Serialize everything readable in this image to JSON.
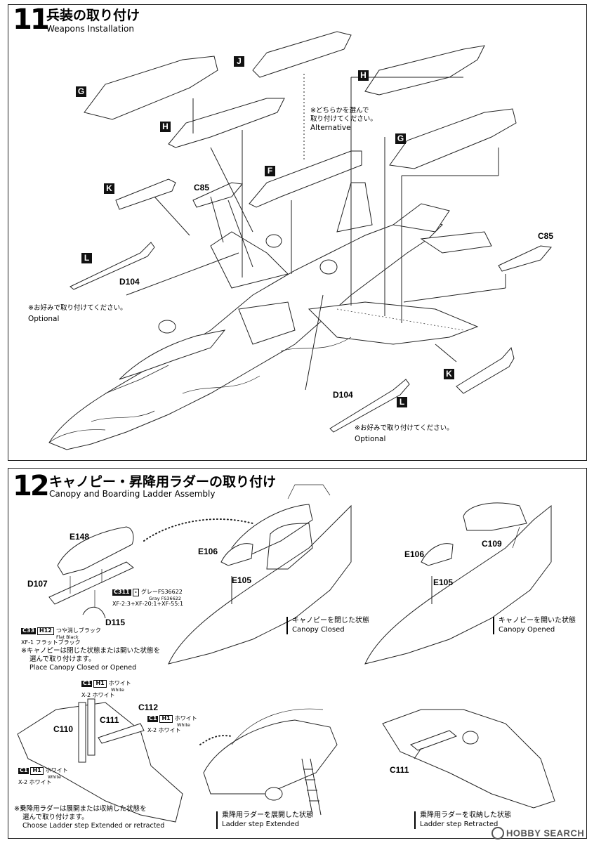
{
  "step11": {
    "number": "11",
    "title_jp": "兵装の取り付け",
    "title_en": "Weapons Installation",
    "alt_note_jp1": "※どちらかを選んで",
    "alt_note_jp2": "取り付けてください。",
    "alt_note_en": "Alternative",
    "opt_note_jp": "※お好みで取り付けてください。",
    "opt_note_en": "Optional",
    "opt_note2_jp": "※お好みで取り付けてください。",
    "opt_note2_en": "Optional",
    "parts": {
      "G1": "G",
      "J": "J",
      "H1": "H",
      "H2": "H",
      "G2": "G",
      "F": "F",
      "K1": "K",
      "K2": "K",
      "L1": "L",
      "L2": "L",
      "C85a": "C85",
      "C85b": "C85",
      "D104a": "D104",
      "D104b": "D104"
    }
  },
  "step12": {
    "number": "12",
    "title_jp": "キャノピー・昇降用ラダーの取り付け",
    "title_en": "Canopy and Boarding Ladder Assembly",
    "parts": {
      "E148": "E148",
      "D107": "D107",
      "D115": "D115",
      "E106a": "E106",
      "E105a": "E105",
      "E106b": "E106",
      "E105b": "E105",
      "C109": "C109",
      "C110": "C110",
      "C111a": "C111",
      "C112": "C112",
      "C111b": "C111"
    },
    "paint_c311_code": "C311",
    "paint_c311_dash": "-",
    "paint_c311_jp": "グレーFS36622",
    "paint_c311_en": "Gray FS36622",
    "paint_c311_mix": "XF-2:3+XF-20:1+XF-55:1",
    "paint_c33_code": "C33",
    "paint_c33_h": "H12",
    "paint_c33_jp": "つや消しブラック",
    "paint_c33_en": "Flat Black",
    "paint_c33_xf": "XF-1 フラットブラック",
    "paint_c1_code": "C1",
    "paint_c1_h": "H1",
    "paint_c1_jp": "ホワイト",
    "paint_c1_en": "White",
    "paint_c1_xf": "X-2 ホワイト",
    "canopy_note_jp1": "※キャノピーは閉じた状態または開いた状態を",
    "canopy_note_jp2": "選んで取り付けます。",
    "canopy_note_en": "Place Canopy Closed or Opened",
    "closed_jp": "キャノピーを閉じた状態",
    "closed_en": "Canopy Closed",
    "opened_jp": "キャノピーを開いた状態",
    "opened_en": "Canopy Opened",
    "ladder_note_jp1": "※乗降用ラダーは展開または収納した状態を",
    "ladder_note_jp2": "選んで取り付けます。",
    "ladder_note_en": "Choose Ladder step Extended or retracted",
    "extended_jp": "乗降用ラダーを展開した状態",
    "extended_en": "Ladder step Extended",
    "retracted_jp": "乗降用ラダーを収納した状態",
    "retracted_en": "Ladder step Retracted"
  },
  "watermark": "HOBBY SEARCH"
}
